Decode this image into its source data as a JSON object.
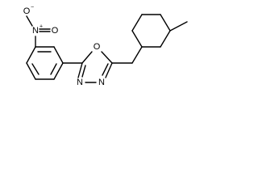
{
  "molecule": {
    "atoms": {
      "nitro_n": "N",
      "nitro_n_charge": "+",
      "nitro_o_top": "O",
      "nitro_o_top_charge": "−",
      "nitro_o_right": "O",
      "ring_o": "O",
      "ring_n3": "N",
      "ring_n4": "N"
    },
    "colors": {
      "bond": "#000000",
      "label": "#000000",
      "background": "#ffffff"
    }
  }
}
